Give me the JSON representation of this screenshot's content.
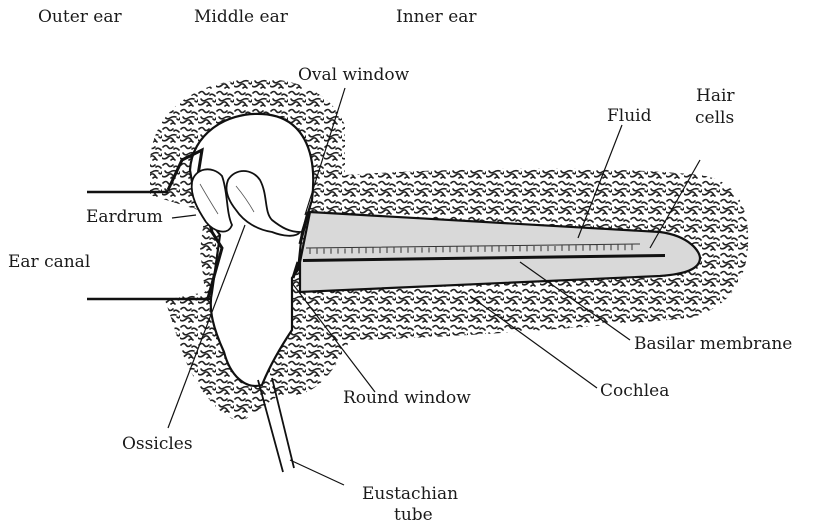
{
  "diagram": {
    "headers": {
      "outer_ear": "Outer ear",
      "middle_ear": "Middle ear",
      "inner_ear": "Inner ear"
    },
    "labels": {
      "oval_window": "Oval window",
      "fluid": "Fluid",
      "hair_cells_line1": "Hair",
      "hair_cells_line2": "cells",
      "eardrum": "Eardrum",
      "ear_canal": "Ear canal",
      "basilar_membrane": "Basilar membrane",
      "cochlea": "Cochlea",
      "round_window": "Round window",
      "ossicles": "Ossicles",
      "eustachian_line1": "Eustachian",
      "eustachian_line2": "tube"
    },
    "colors": {
      "fluid_fill": "#d9d9d9",
      "bone_texture": "#222222",
      "line": "#111111"
    }
  }
}
